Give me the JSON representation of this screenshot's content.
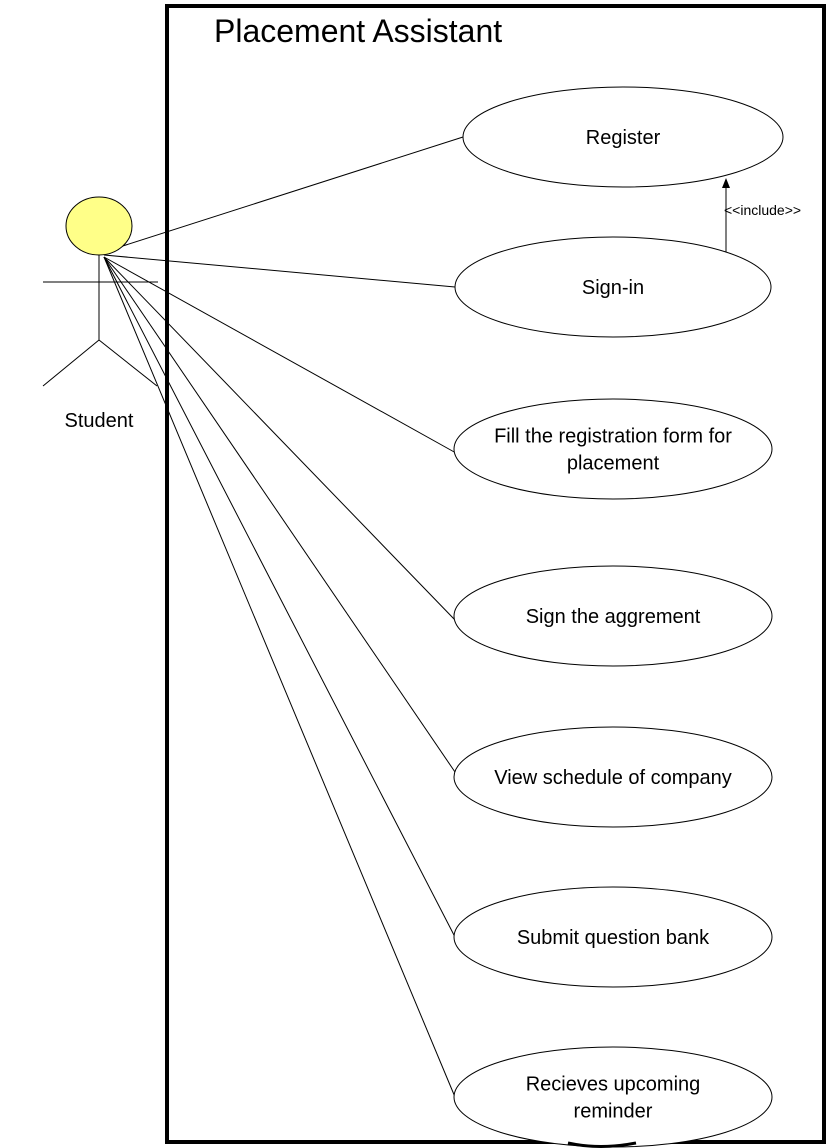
{
  "system": {
    "title": "Placement Assistant"
  },
  "actor": {
    "name": "Student",
    "head_color": "#ffff88"
  },
  "use_cases": [
    {
      "lines": [
        "Register"
      ]
    },
    {
      "lines": [
        "Sign-in"
      ]
    },
    {
      "lines": [
        "Fill the registration form for",
        "placement"
      ]
    },
    {
      "lines": [
        "Sign the aggrement"
      ]
    },
    {
      "lines": [
        "View schedule of company"
      ]
    },
    {
      "lines": [
        "Submit question bank"
      ]
    },
    {
      "lines": [
        "Recieves upcoming",
        "reminder"
      ]
    }
  ],
  "relations": [
    {
      "type": "include",
      "from": "Sign-in",
      "to": "Register",
      "label": "<<include>>"
    }
  ]
}
